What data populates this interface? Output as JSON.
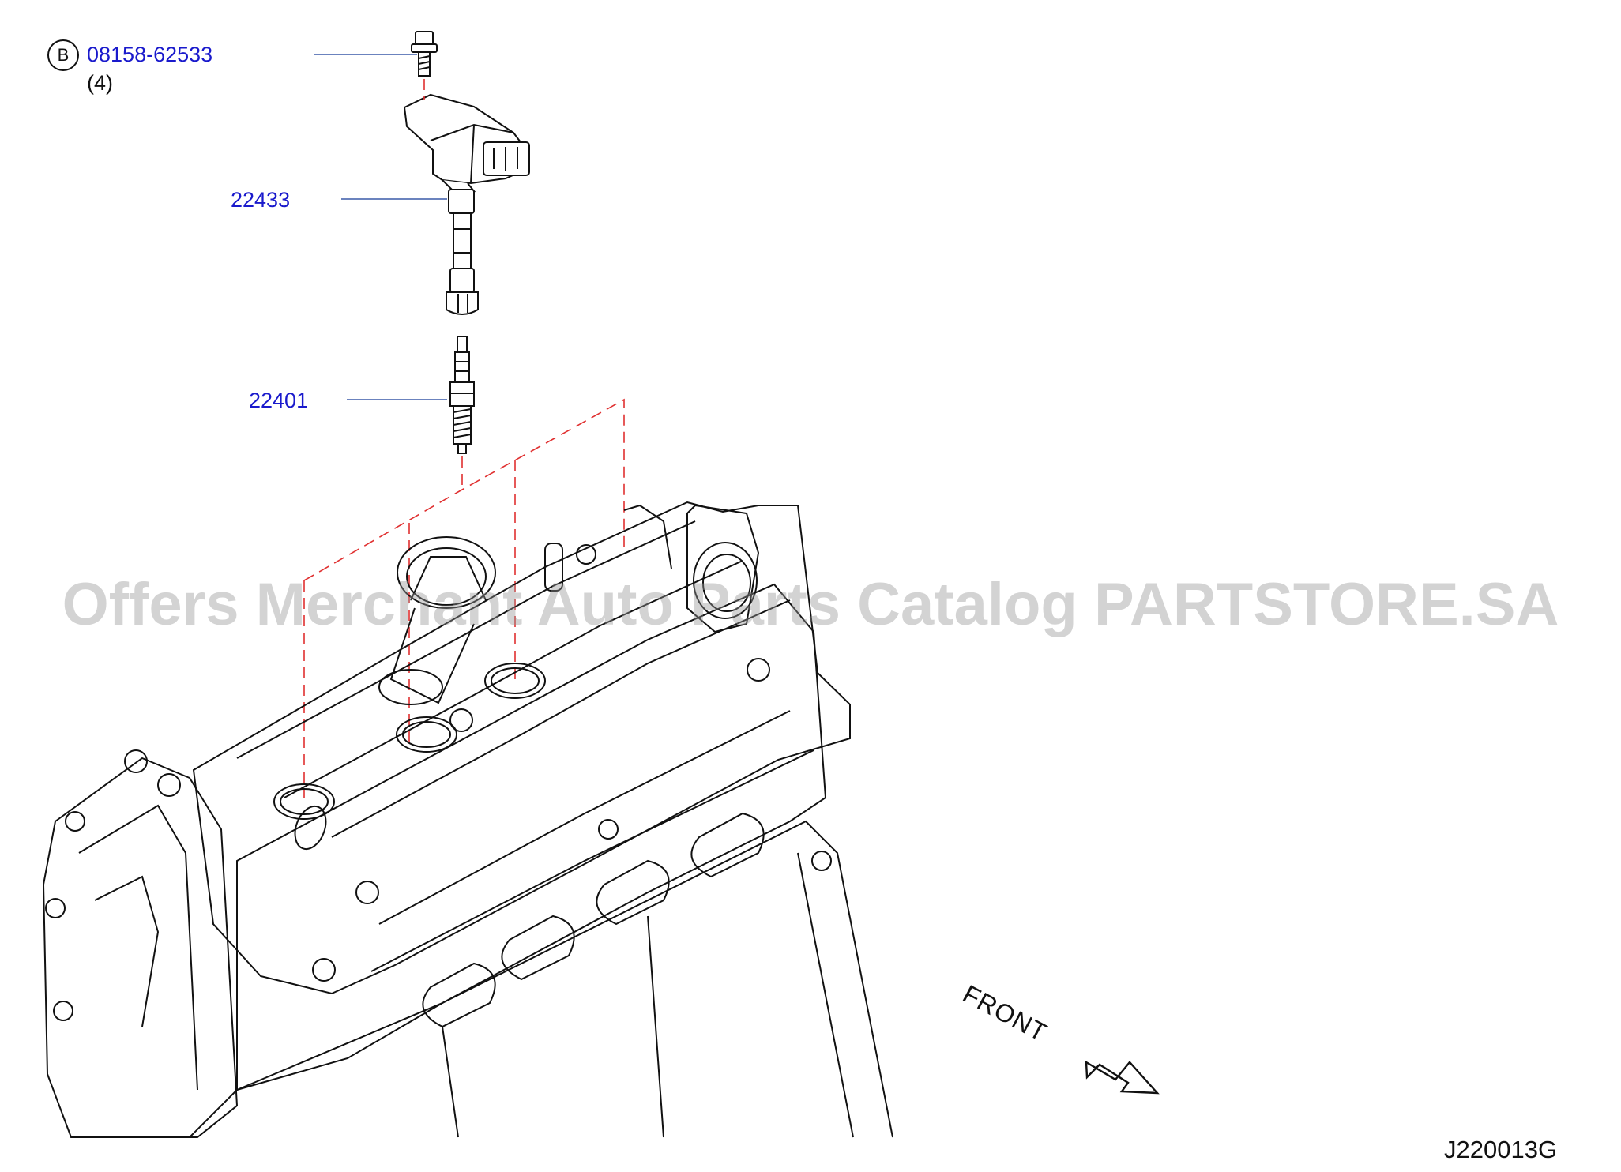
{
  "callouts": {
    "bolt": {
      "marker": "B",
      "part_number": "08158-62533",
      "quantity": "(4)"
    },
    "ignition_coil": {
      "part_number": "22433"
    },
    "spark_plug": {
      "part_number": "22401"
    }
  },
  "front_label": "FRONT",
  "diagram_ref": "J220013G",
  "watermark": "Offers Merchant Auto Parts Catalog PARTSTORE.SA",
  "colors": {
    "callout_text": "#1a1acc",
    "leader_line": "#3a5aa8",
    "line_art": "#111111",
    "centerline": "#e03030"
  }
}
